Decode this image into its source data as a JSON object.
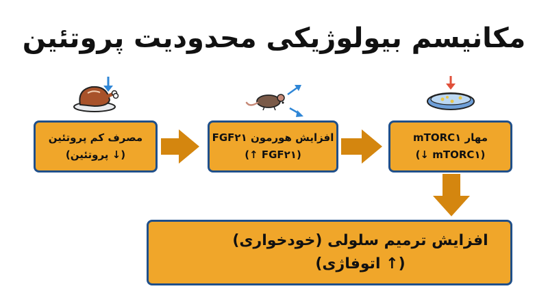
{
  "title": "مکانیسم بیولوژیکی محدودیت پروتئین",
  "nodes": {
    "protein": {
      "line1": "مصرف کم پروتئین",
      "line2": "(↓ پروتئین)",
      "icon": "roast-chicken-icon"
    },
    "fgf21": {
      "line1": "افزایش هورمون FGF۲۱",
      "line2": "(↑ FGF۲۱)",
      "icon": "mouse-icon"
    },
    "mtorc1": {
      "line1": "مهار mTORC۱",
      "line2": "(↓ mTORC۱)",
      "icon": "cell-dish-icon"
    },
    "autophagy": {
      "line1": "افزایش ترمیم سلولی (خودخواری)",
      "line2": "(↑ اتوفاژی)",
      "icon": "cell-icon"
    }
  },
  "colors": {
    "box_fill": "#f0a62a",
    "box_border": "#1f4f8a",
    "arrow": "#d4860f",
    "down_arrow": "#2f86d6",
    "red_arrow": "#e0503a"
  }
}
